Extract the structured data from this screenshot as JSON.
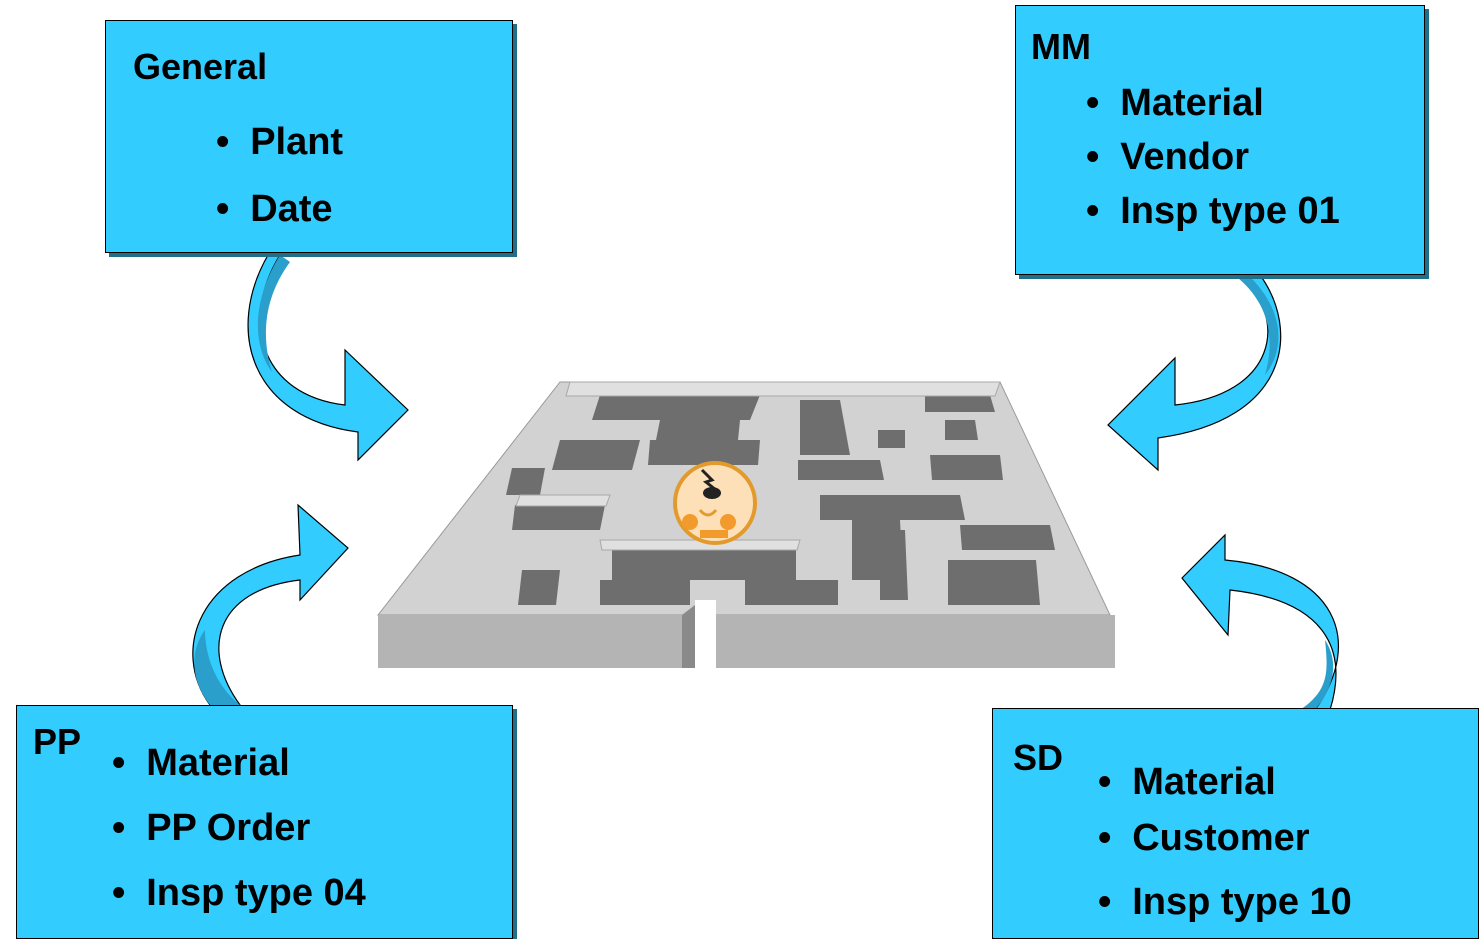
{
  "boxes": {
    "general": {
      "title": "General",
      "items": [
        "Plant",
        "Date"
      ]
    },
    "mm": {
      "title": "MM",
      "items": [
        "Material",
        "Vendor",
        "Insp type 01"
      ]
    },
    "pp": {
      "title": "PP",
      "items": [
        "Material",
        "PP Order",
        "Insp type 04"
      ]
    },
    "sd": {
      "title": "SD",
      "items": [
        "Material",
        "Customer",
        "Insp type 10"
      ]
    }
  },
  "colors": {
    "box_fill": "#33ccff",
    "arrow_fill": "#33ccff",
    "arrow_dark": "#2a9fcc",
    "maze_light": "#c8c8c8",
    "maze_dark": "#6e6e6e"
  },
  "bullet": "•"
}
